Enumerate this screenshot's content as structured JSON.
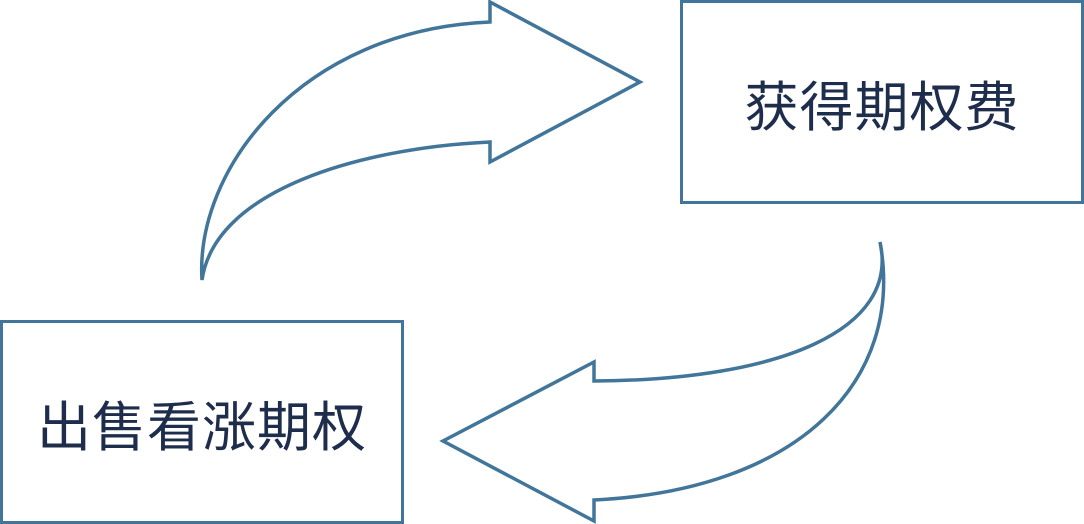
{
  "diagram": {
    "nodes": [
      {
        "id": "get-premium",
        "label": "获得期权费"
      },
      {
        "id": "sell-call",
        "label": "出售看涨期权"
      }
    ],
    "edges": [
      {
        "from": "sell-call",
        "to": "get-premium"
      },
      {
        "from": "get-premium",
        "to": "sell-call"
      }
    ],
    "colors": {
      "stroke": "#41769a",
      "text": "#1f2d4d",
      "background": "#ffffff"
    }
  }
}
